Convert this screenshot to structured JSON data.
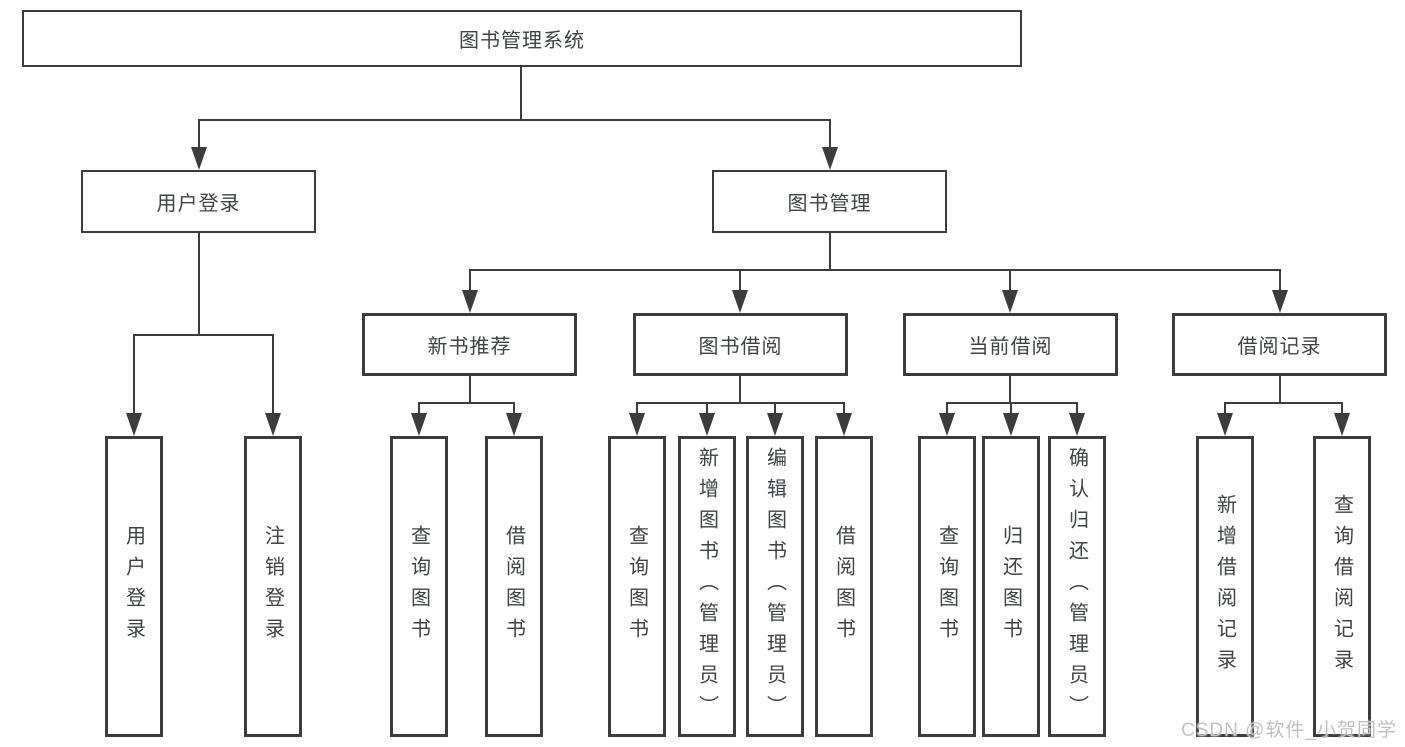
{
  "diagram": {
    "title": "图书管理系统",
    "type": "hierarchy-tree",
    "hierarchy": {
      "label": "图书管理系统",
      "children": [
        {
          "label": "用户登录",
          "children": [
            {
              "label": "用户登录"
            },
            {
              "label": "注销登录"
            }
          ]
        },
        {
          "label": "图书管理",
          "children": [
            {
              "label": "新书推荐",
              "children": [
                {
                  "label": "查询图书"
                },
                {
                  "label": "借阅图书"
                }
              ]
            },
            {
              "label": "图书借阅",
              "children": [
                {
                  "label": "查询图书"
                },
                {
                  "label": "新增图书（管理员）"
                },
                {
                  "label": "编辑图书（管理员）"
                },
                {
                  "label": "借阅图书"
                }
              ]
            },
            {
              "label": "当前借阅",
              "children": [
                {
                  "label": "查询图书"
                },
                {
                  "label": "归还图书"
                },
                {
                  "label": "确认归还（管理员）"
                }
              ]
            },
            {
              "label": "借阅记录",
              "children": [
                {
                  "label": "新增借阅记录"
                },
                {
                  "label": "查询借阅记录"
                }
              ]
            }
          ]
        }
      ]
    }
  },
  "nodes": {
    "root": {
      "label": "图书管理系统"
    },
    "user_login": {
      "label": "用户登录"
    },
    "book_management": {
      "label": "图书管理"
    },
    "new_book_recommend": {
      "label": "新书推荐"
    },
    "book_borrowing": {
      "label": "图书借阅"
    },
    "current_borrowing": {
      "label": "当前借阅"
    },
    "borrowing_records": {
      "label": "借阅记录"
    },
    "leaf_user_login": {
      "label": "用户登录"
    },
    "leaf_logout": {
      "label": "注销登录"
    },
    "leaf_rec_query_books": {
      "label": "查询图书"
    },
    "leaf_rec_borrow_books": {
      "label": "借阅图书"
    },
    "leaf_bb_query_books": {
      "label": "查询图书"
    },
    "leaf_bb_add_books_admin": {
      "label": "新增图书（管理员）"
    },
    "leaf_bb_edit_books_admin": {
      "label": "编辑图书（管理员）"
    },
    "leaf_bb_borrow_books": {
      "label": "借阅图书"
    },
    "leaf_cb_query_books": {
      "label": "查询图书"
    },
    "leaf_cb_return_books": {
      "label": "归还图书"
    },
    "leaf_cb_confirm_return_admin": {
      "label": "确认归还（管理员）"
    },
    "leaf_br_add_record": {
      "label": "新增借阅记录"
    },
    "leaf_br_query_record": {
      "label": "查询借阅记录"
    }
  },
  "watermark": {
    "text": "CSDN @软件_小贺同学",
    "color": "#bfc1c4"
  },
  "colors": {
    "line": "#3c3c3c",
    "box_border": "#3c3c3c",
    "text": "#3f4246",
    "background": "#ffffff"
  }
}
